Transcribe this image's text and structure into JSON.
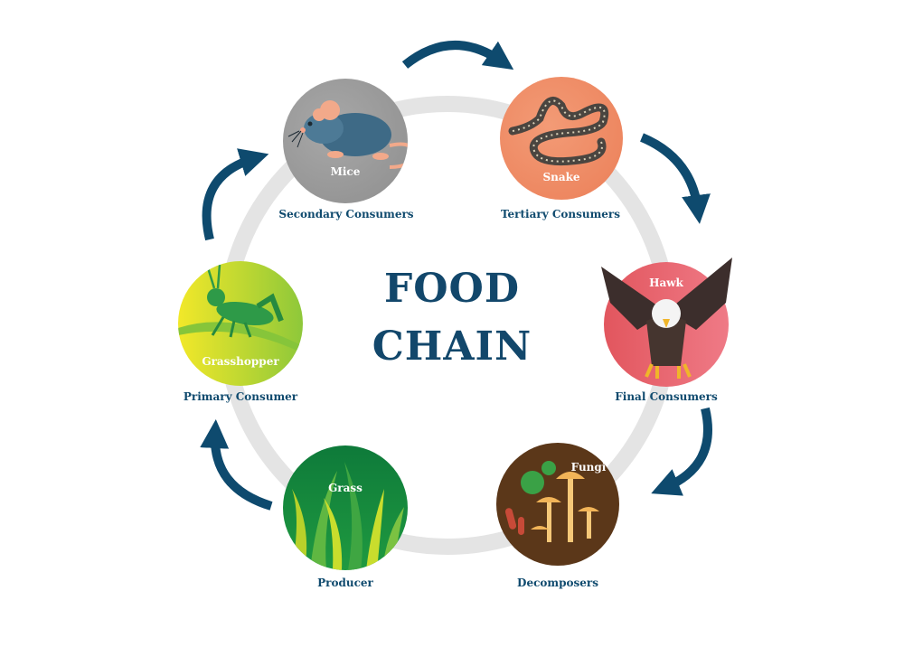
{
  "title": {
    "line1": "FOOD",
    "line2": "CHAIN",
    "color": "#12476b"
  },
  "colors": {
    "ring": "#e3e3e3",
    "arrow": "#0e4a6e",
    "caption": "#0f4a6e"
  },
  "nodes": [
    {
      "id": "mice",
      "label": "Mice",
      "caption": "Secondary Consumers",
      "icon": "mouse-icon",
      "bg": "#9a9a9a"
    },
    {
      "id": "snake",
      "label": "Snake",
      "caption": "Tertiary Consumers",
      "icon": "snake-icon",
      "bg": "#ef8a63"
    },
    {
      "id": "hawk",
      "label": "Hawk",
      "caption": "Final Consumers",
      "icon": "hawk-icon",
      "bg": "#e8646c"
    },
    {
      "id": "fungi",
      "label": "Fungi",
      "caption": "Decomposers",
      "icon": "mushroom-icon",
      "bg": "#5a3618"
    },
    {
      "id": "grass",
      "label": "Grass",
      "caption": "Producer",
      "icon": "grass-icon",
      "bg": "#1b8a3a"
    },
    {
      "id": "grasshopper",
      "label": "Grasshopper",
      "caption": "Primary Consumer",
      "icon": "grasshopper-icon",
      "bg": "#b6d334"
    }
  ],
  "arrows": [
    "mice-to-snake",
    "snake-to-hawk",
    "hawk-to-fungi",
    "grass-to-grasshopper",
    "grasshopper-to-mice"
  ]
}
